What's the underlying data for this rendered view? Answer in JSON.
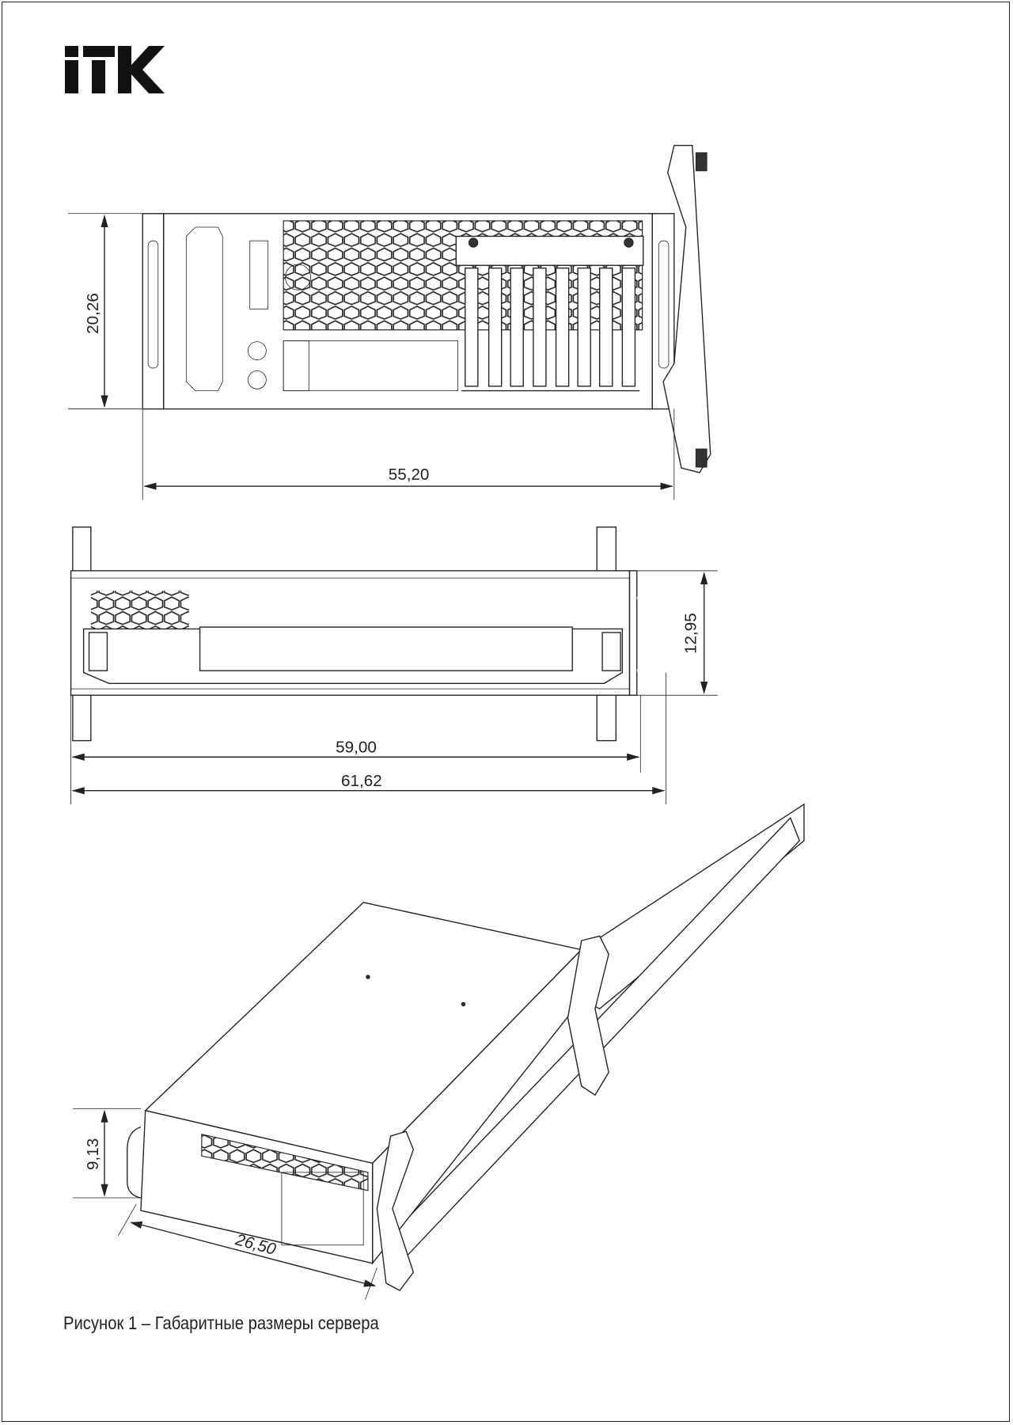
{
  "logo": {
    "text": "ITK"
  },
  "figure": {
    "caption": "Рисунок 1 – Габаритные размеры сервера",
    "dimensions": {
      "front_height": "20,26",
      "front_width": "55,20",
      "side_height": "12,95",
      "side_depth_body": "59,00",
      "side_depth_total": "61,62",
      "iso_height": "9,13",
      "iso_width": "26,50"
    }
  },
  "colors": {
    "line": "#222222",
    "background": "#ffffff"
  }
}
